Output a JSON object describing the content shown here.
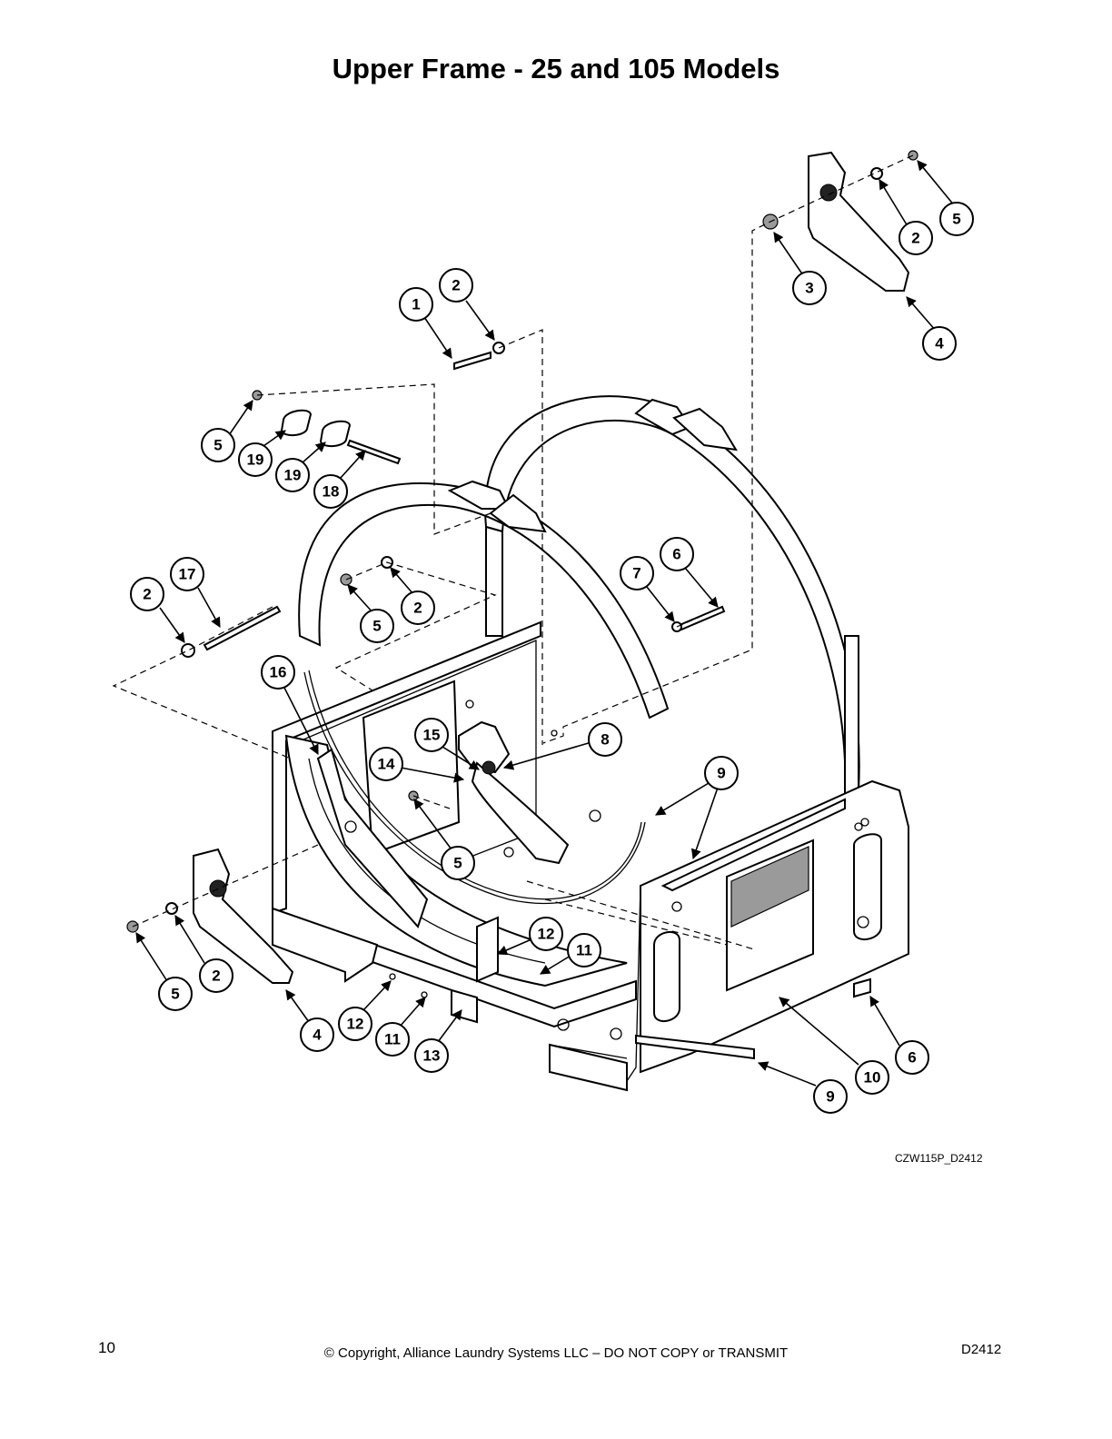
{
  "title": "Upper Frame - 25 and 105 Models",
  "figure_id": "CZW115P_D2412",
  "footer": {
    "page_number": "10",
    "copyright": "© Copyright, Alliance Laundry Systems LLC – DO NOT COPY or TRANSMIT",
    "doc_number": "D2412"
  },
  "callouts": [
    "1",
    "2",
    "2",
    "3",
    "4",
    "5",
    "5",
    "19",
    "19",
    "18",
    "17",
    "2",
    "5",
    "2",
    "6",
    "7",
    "16",
    "15",
    "8",
    "14",
    "9",
    "5",
    "12",
    "11",
    "2",
    "5",
    "4",
    "12",
    "11",
    "13",
    "6",
    "10",
    "9"
  ]
}
